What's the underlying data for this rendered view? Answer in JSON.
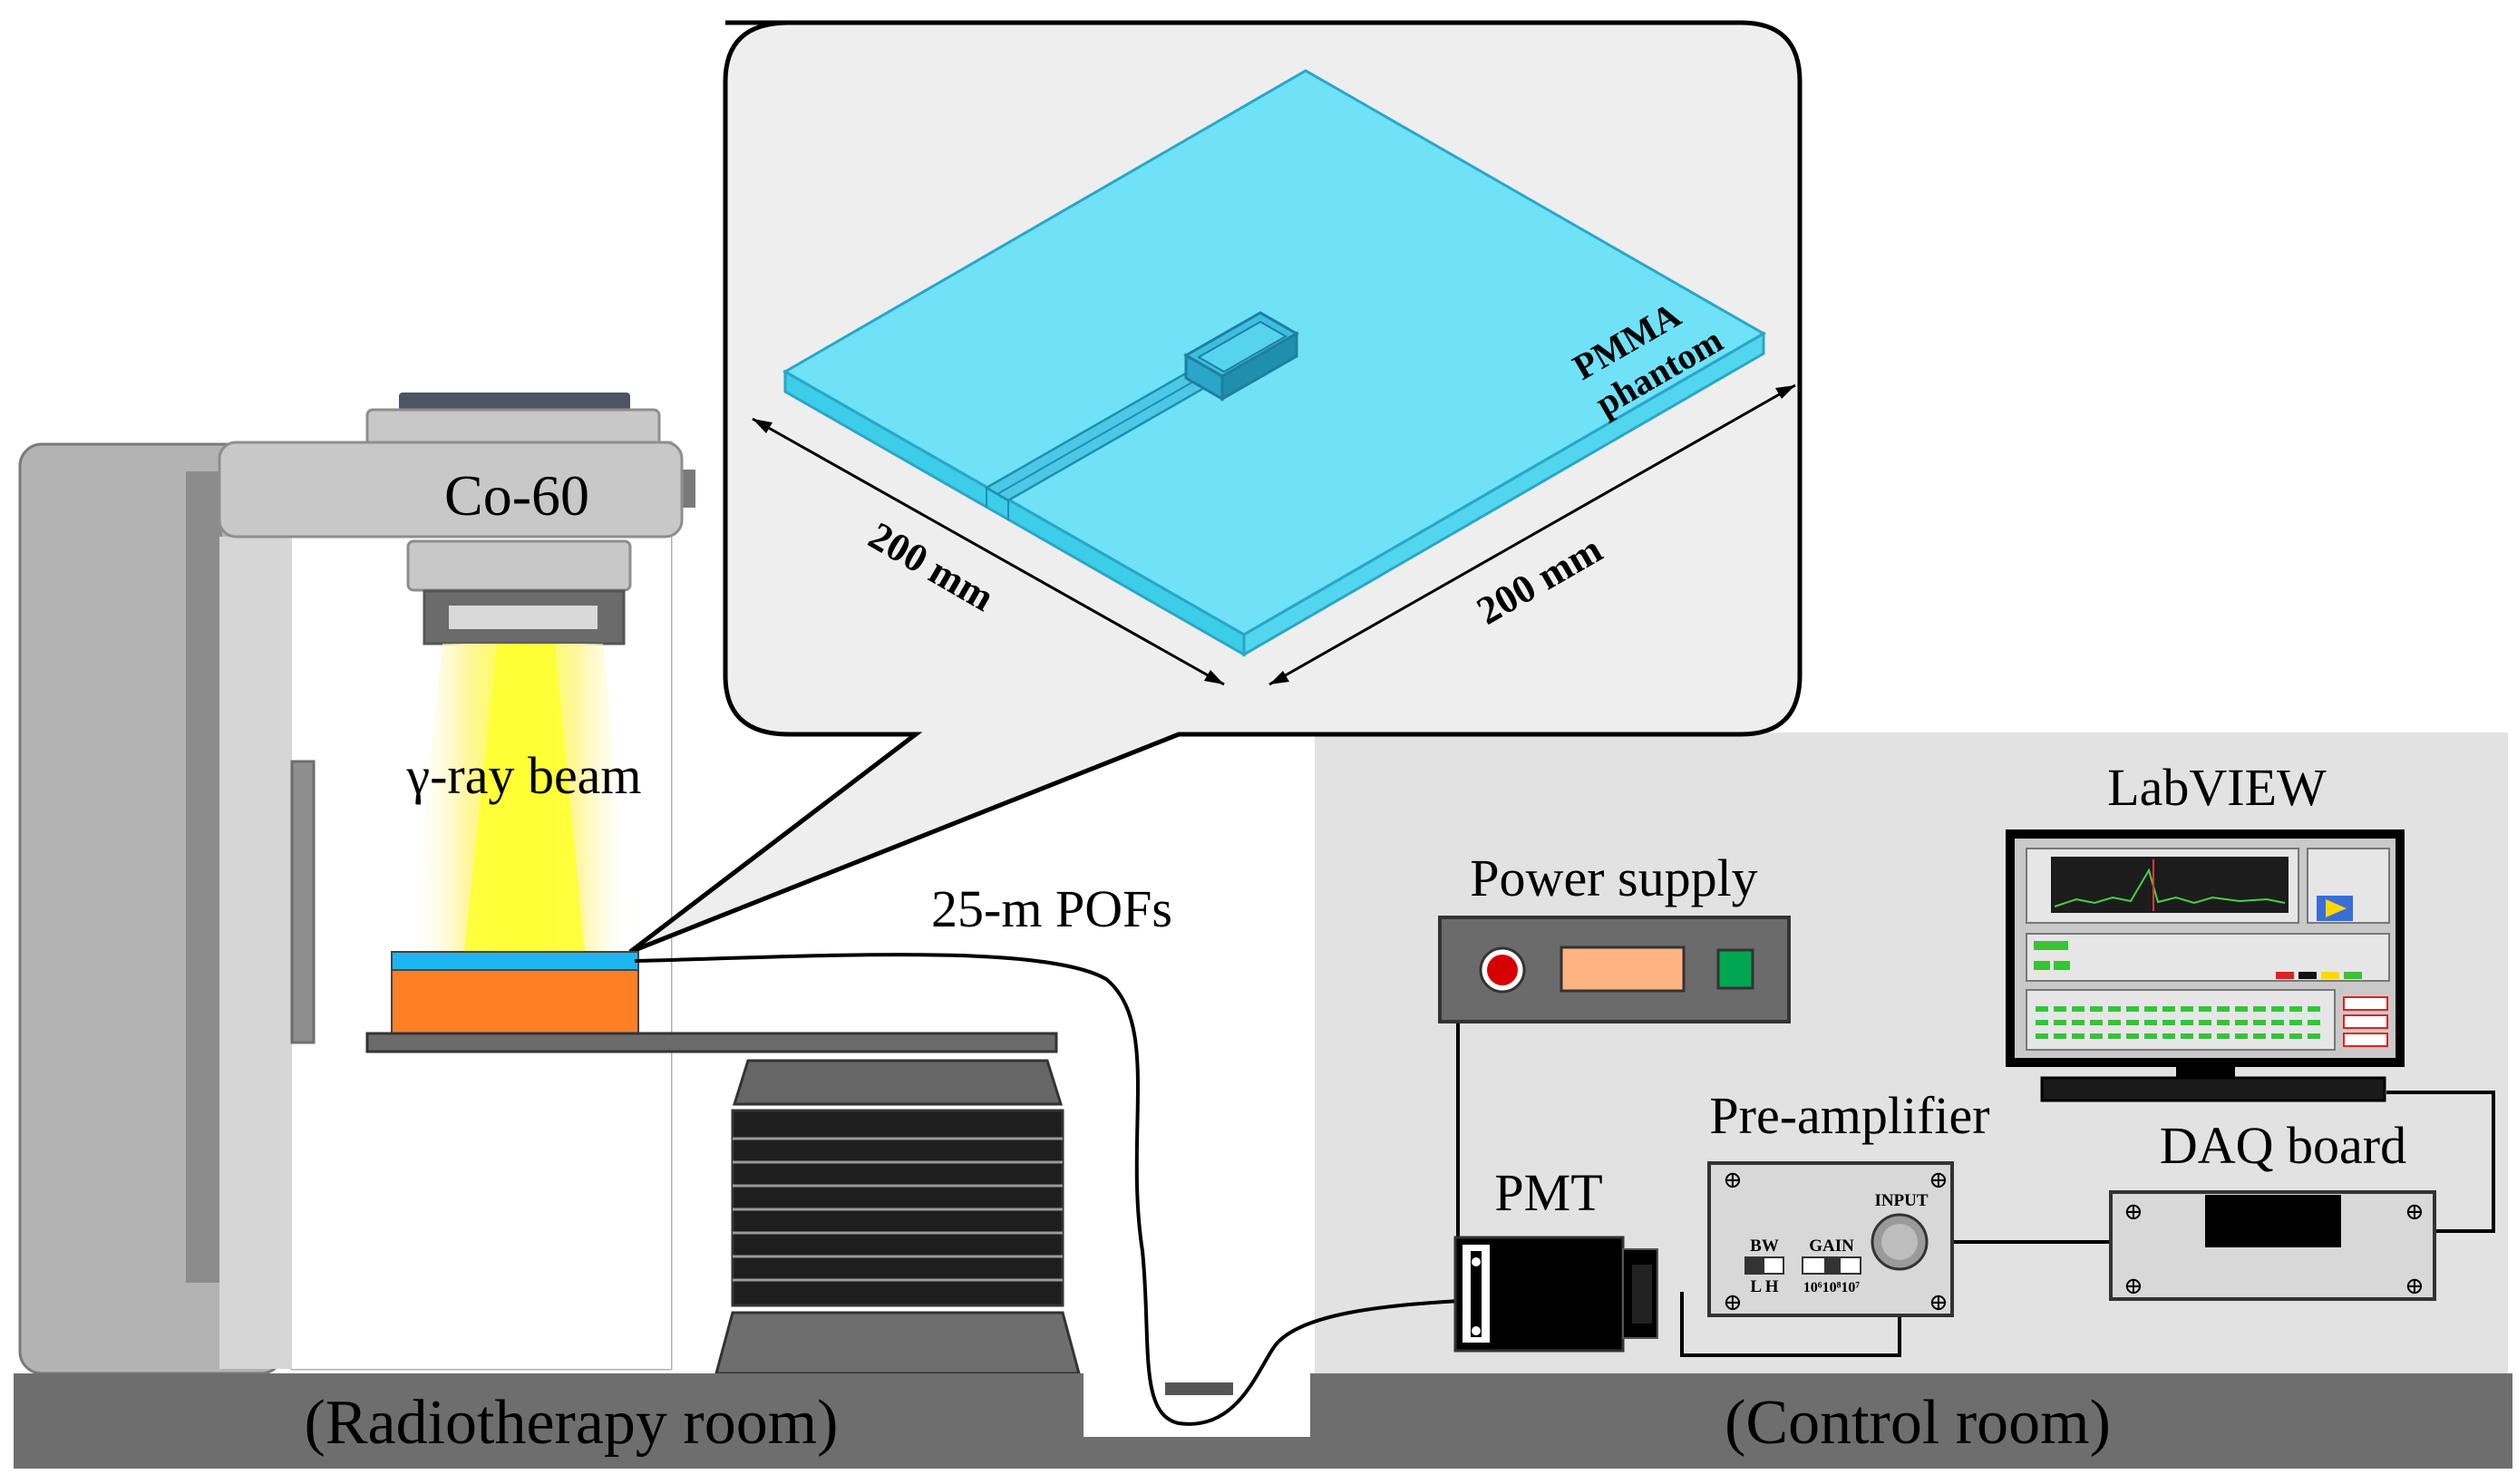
{
  "source_label": "Co-60",
  "beam_label": "γ-ray beam",
  "fiber_label": "25-m POFs",
  "phantom": {
    "label_line1": "PMMA",
    "label_line2": "phantom",
    "dim_left": "200 mm",
    "dim_right": "200 mm"
  },
  "instruments": {
    "power_supply": "Power supply",
    "labview": "LabVIEW",
    "preamp": "Pre-amplifier",
    "pmt": "PMT",
    "daq": "DAQ board",
    "preamp_input": "INPUT",
    "preamp_bw": "BW",
    "preamp_gain": "GAIN",
    "preamp_lh": "L H",
    "preamp_gain_vals": "10⁶10⁸10⁷"
  },
  "rooms": {
    "left": "(Radiotherapy room)",
    "right": "(Control room)"
  },
  "colors": {
    "phantom_blue": "#5fdcf6",
    "phantom_edge": "#2aa6c8",
    "beam_yellow": "#ffff33",
    "water_top": "#1eb6ee",
    "orange_block": "#ff7f27",
    "floor_gray": "#6e6e6e",
    "gantry_gray": "#c8c8c8",
    "control_room_bg": "#e2e2e2"
  }
}
